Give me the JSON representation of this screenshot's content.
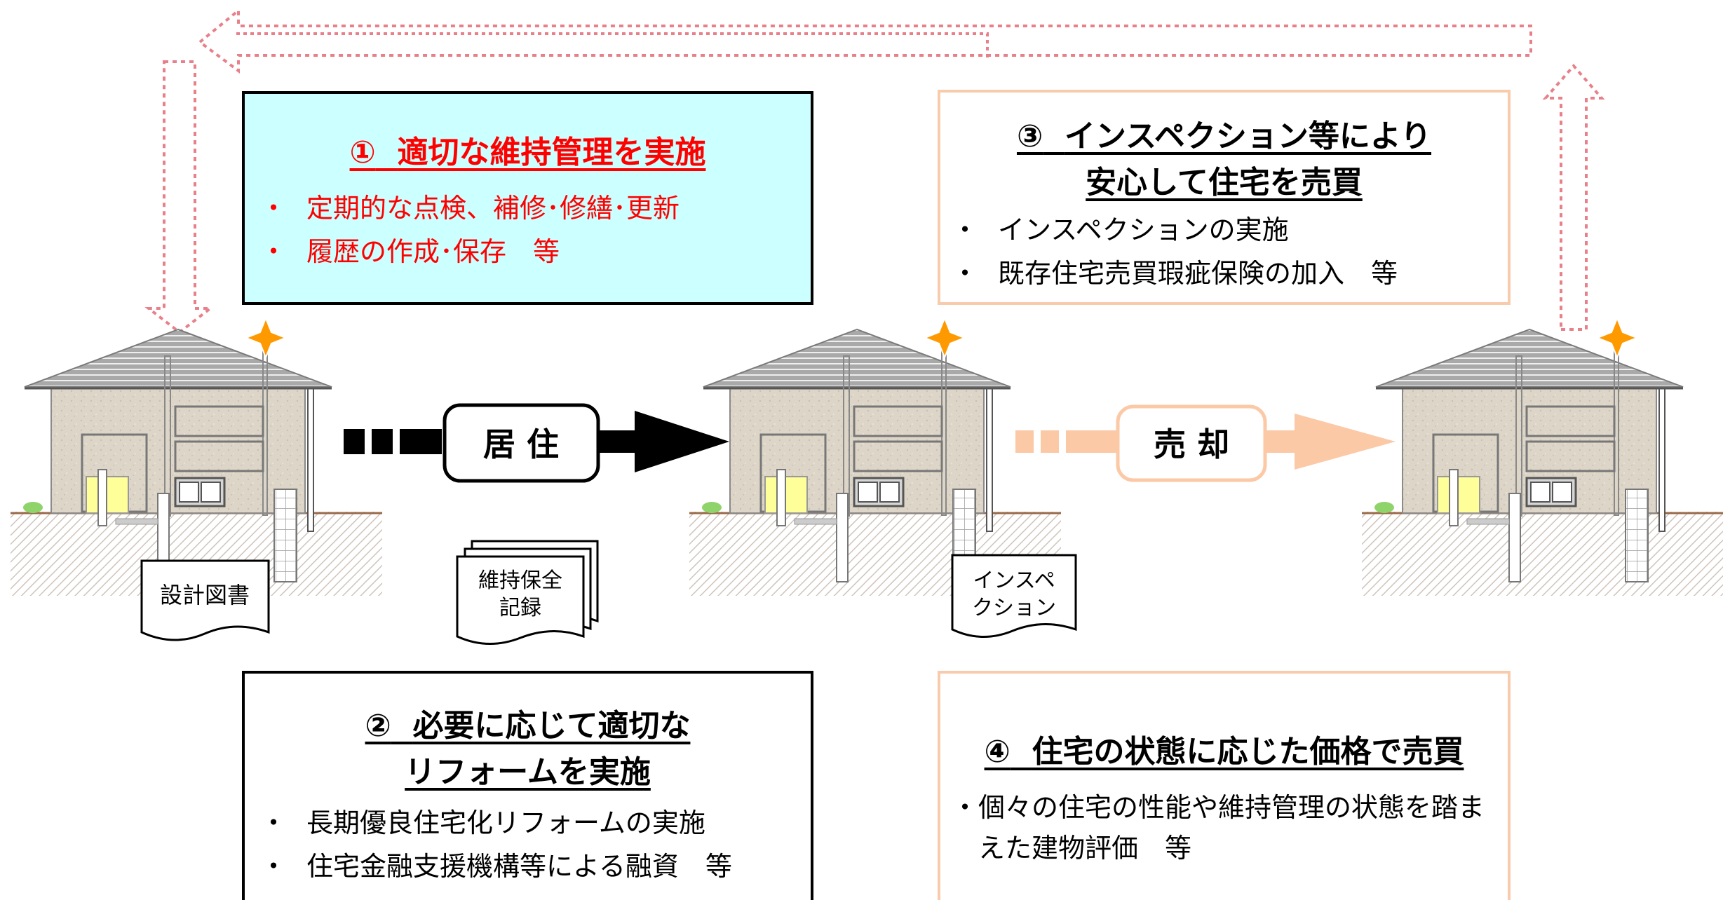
{
  "boxes": {
    "box1": {
      "num": "①",
      "title": "適切な維持管理を実施",
      "items": [
        "定期的な点検、補修･修繕･更新",
        "履歴の作成･保存　等"
      ]
    },
    "box2": {
      "num": "②",
      "title_line1": "必要に応じて適切な",
      "title_line2": "リフォームを実施",
      "items": [
        "長期優良住宅化リフォームの実施",
        "住宅金融支援機構等による融資　等"
      ]
    },
    "box3": {
      "num": "③",
      "title_line1": "インスペクション等により",
      "title_line2": "安心して住宅を売買",
      "items": [
        "インスペクションの実施",
        "既存住宅売買瑕疵保険の加入　等"
      ]
    },
    "box4": {
      "num": "④",
      "title": "住宅の状態に応じた価格で売買",
      "items": [
        "個々の住宅の性能や維持管理の状態を踏まえた建物評価　等"
      ]
    }
  },
  "flow": {
    "residence": "居 住",
    "sale": "売 却"
  },
  "documents": {
    "design": "設計図書",
    "maintenance_line1": "維持保全",
    "maintenance_line2": "記録",
    "inspection_line1": "インスペ",
    "inspection_line2": "クション"
  },
  "colors": {
    "box1_fill": "#ccffff",
    "accent_red": "#ff0000",
    "box_border_orange": "#f8cbad",
    "sale_arrow": "#fbc9a6",
    "loop_arrow": "#e8808a",
    "spark": "#ff9900"
  }
}
